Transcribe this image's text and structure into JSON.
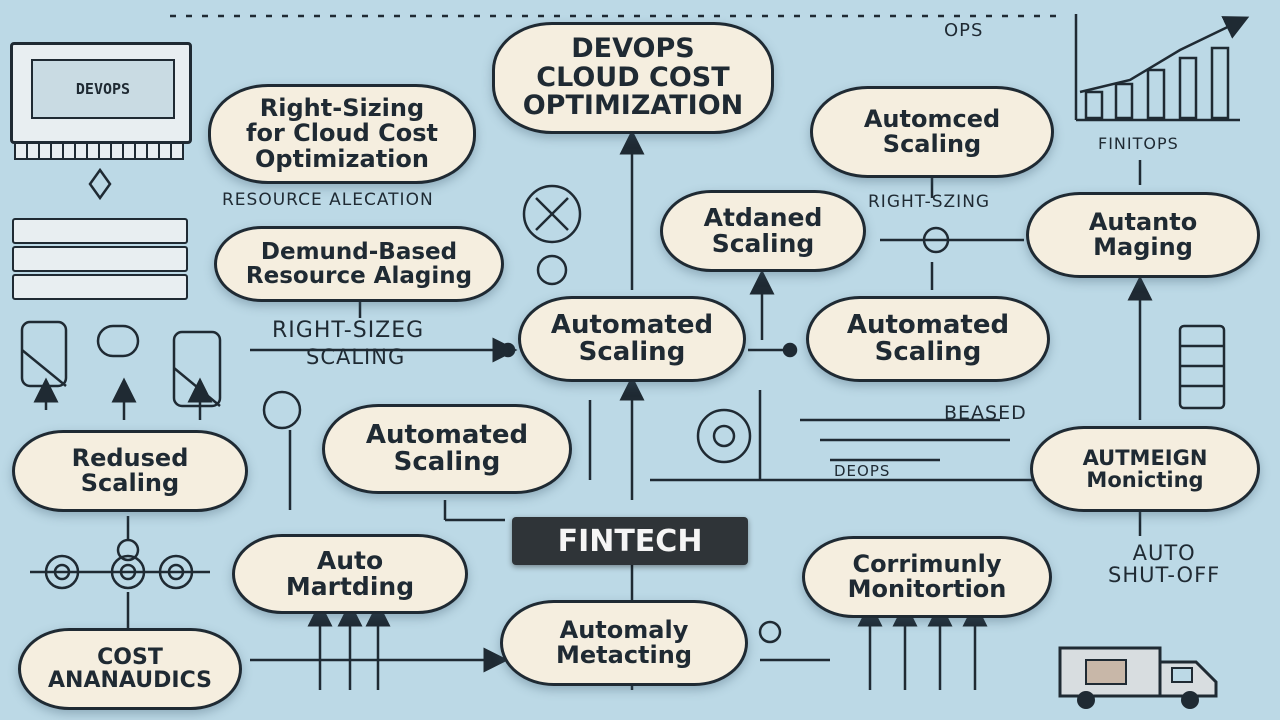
{
  "title": "DEVOPS\nCLOUD COST\nOPTIMIZATION",
  "center_badge": "FINTECH",
  "monitor_screen": "DEVOPS",
  "nodes": {
    "right_sizing": "Right-Sizing\nfor Cloud Cost\nOptimization",
    "demand_based": "Demund-Based\nResource Alaging",
    "automced_scaling": "Automced\nScaling",
    "atdaned_scaling": "Atdaned\nScaling",
    "autanto_maging": "Autanto\nMaging",
    "automated_center": "Automated\nScaling",
    "automated_right": "Automated\nScaling",
    "automated_mid": "Automated\nScaling",
    "redused_scaling": "Redused\nScaling",
    "autmeign_monicting": "AUTMEIGN\nMonicting",
    "auto_marting": "Auto\nMartding",
    "automaly_metacting": "Automaly\nMetacting",
    "cost_anaudics": "COST\nANANAUDICS",
    "corrimunly": "Corrimunly\nMonitortion"
  },
  "labels": {
    "resource_alecation": "RESOURCE ALECATION",
    "right_sizeg": "RIGHT-SIZEG",
    "scaling": "SCALING",
    "right_szing": "RIGHT-SZING",
    "finitops": "FINITOPS",
    "ops": "OPS",
    "beased": "BEASED",
    "deops": "DEOPS",
    "auto_shut_off": "AUTO\nSHUT-OFF"
  },
  "colors": {
    "background": "#bcd9e6",
    "cloud_fill": "#f5eedf",
    "ink": "#1f2a33",
    "badge": "#2f3438"
  }
}
